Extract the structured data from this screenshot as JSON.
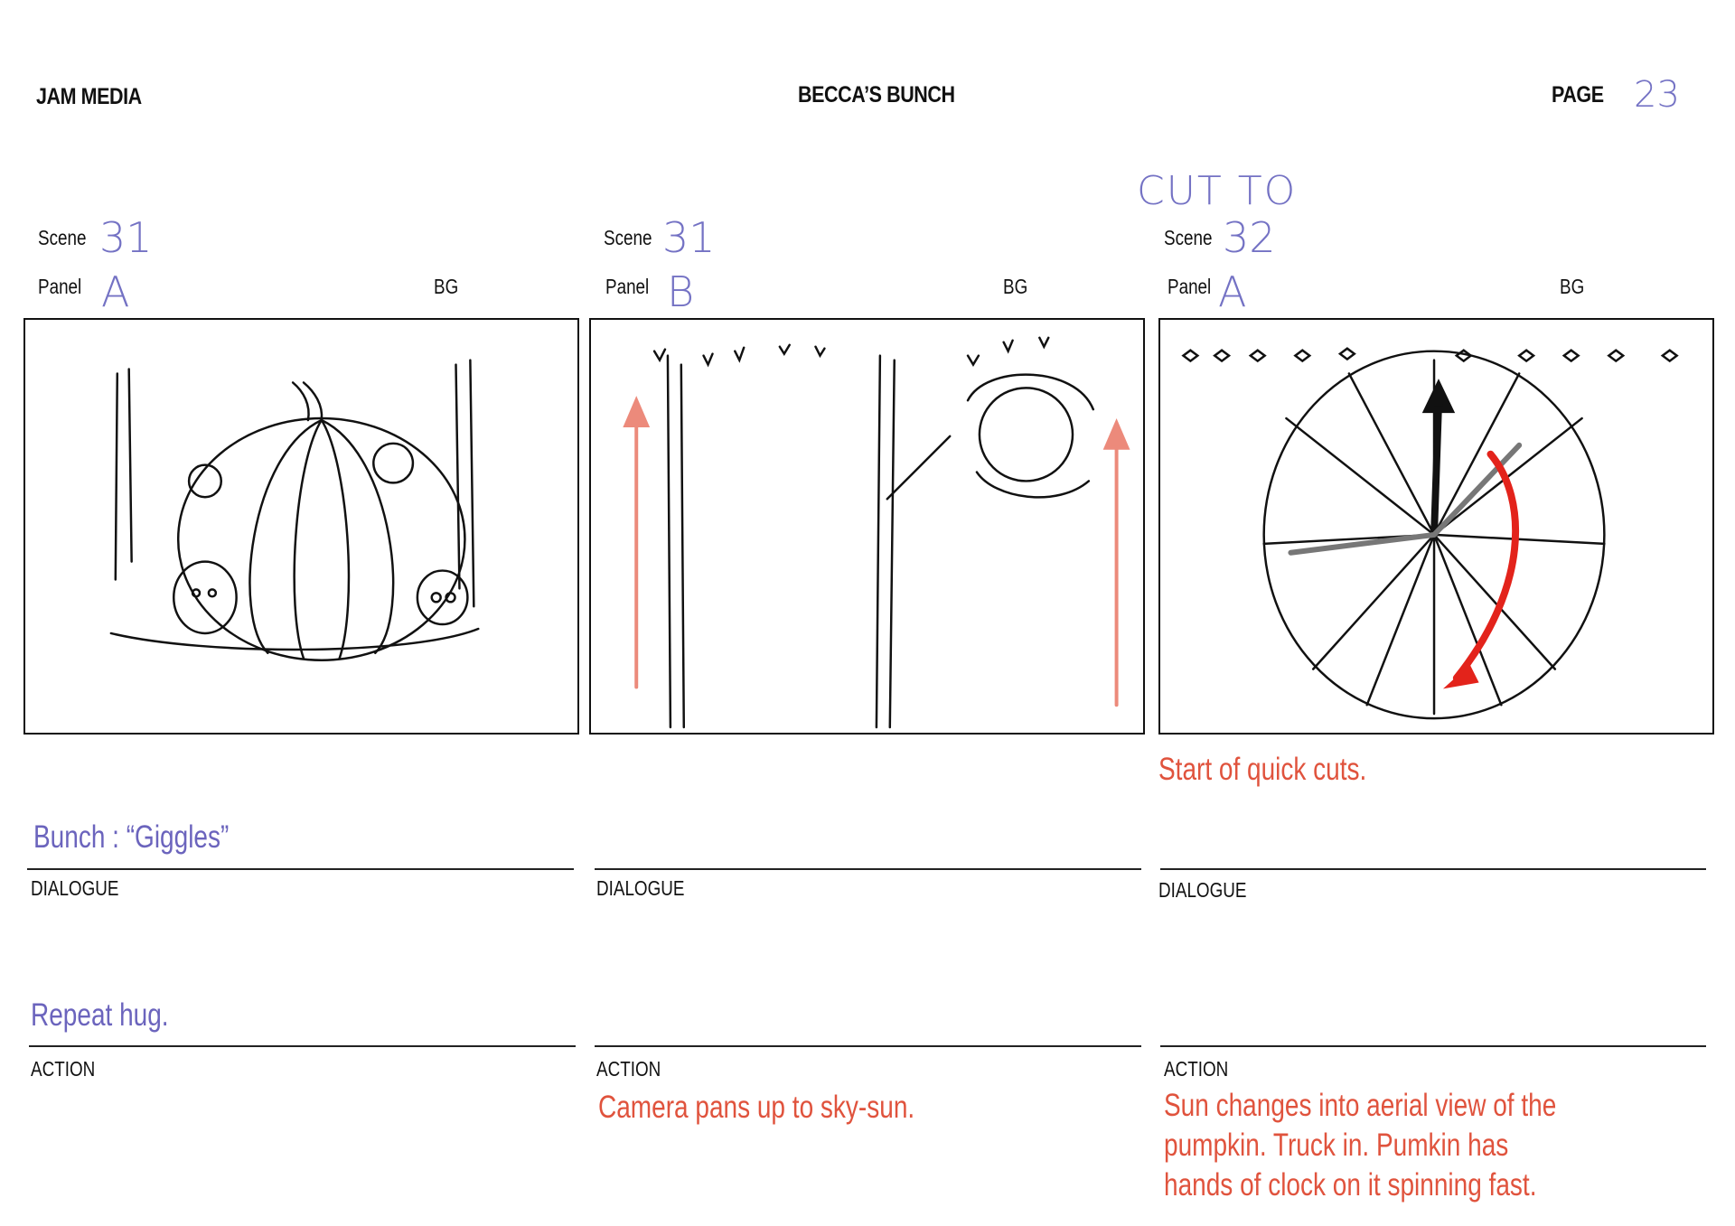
{
  "header": {
    "studio": "JAM MEDIA",
    "show": "BECCA’S BUNCH",
    "page_label": "PAGE",
    "page_number": "23"
  },
  "labels": {
    "scene": "Scene",
    "panel": "Panel",
    "bg": "BG",
    "dialogue": "DIALOGUE",
    "action": "ACTION"
  },
  "panels": [
    {
      "scene": "31",
      "panel": "A",
      "note_top": "",
      "note_below": "",
      "dialogue": "Bunch : “Giggles”",
      "action_above": "Repeat hug.",
      "action": []
    },
    {
      "scene": "31",
      "panel": "B",
      "note_top": "",
      "note_below": "",
      "dialogue": "",
      "action_above": "",
      "action": [
        "Camera pans up to sky-sun."
      ]
    },
    {
      "scene": "32",
      "panel": "A",
      "note_top": "CUT TO",
      "note_below": "Start of quick cuts.",
      "dialogue": "",
      "action_above": "",
      "action": [
        "Sun changes into aerial view of the",
        "pumpkin. Truck in. Pumkin has",
        "hands of clock on it spinning fast."
      ]
    }
  ],
  "colors": {
    "handwriting": "#7472c4",
    "red_notes": "#e0533d",
    "arrow_pink": "#ec8a7b",
    "clock_arrow": "#e3231b"
  },
  "icons": [
    "pumpkin-sketch",
    "tree-sketch",
    "sun-sketch",
    "clock-hands-sketch"
  ]
}
